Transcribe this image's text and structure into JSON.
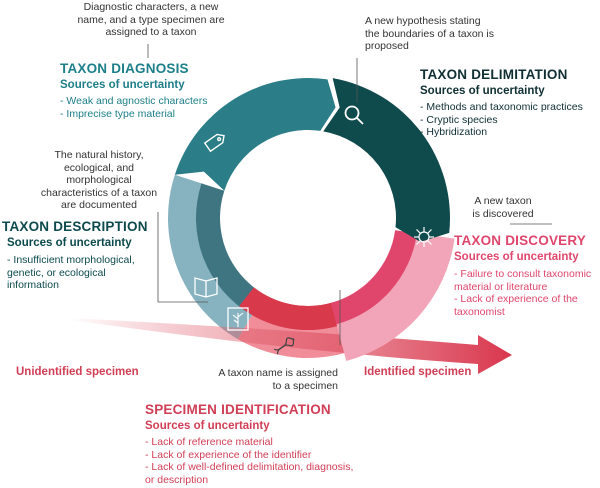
{
  "colors": {
    "diagnosis": "#2b7e88",
    "delimitation": "#0f4a4c",
    "discovery_outer": "#f2a5b8",
    "discovery_inner": "#e0466c",
    "identification_outer": "#f08d99",
    "identification_inner": "#d93a4b",
    "description_outer": "#86b3bf",
    "description_inner": "#3f7580",
    "arrow": "#d9364d"
  },
  "icons": [
    "tag-icon",
    "magnifier-icon",
    "virus-icon",
    "dna-icon",
    "plant-specimen-icon",
    "book-icon"
  ],
  "diagnosis": {
    "caption": "Diagnostic characters, a new name, and a type specimen are assigned to a taxon",
    "title": "TAXON DIAGNOSIS",
    "subtitle": "Sources of uncertainty",
    "items": [
      "Weak and agnostic characters",
      "Imprecise type material"
    ]
  },
  "delimitation": {
    "caption": "A new hypothesis stating the boundaries of a taxon is proposed",
    "title": "TAXON DELIMITATION",
    "subtitle": "Sources of uncertainty",
    "items": [
      "Methods and taxonomic practices",
      "Cryptic species",
      "Hybridization"
    ]
  },
  "discovery": {
    "caption": "A new taxon is discovered",
    "title": "TAXON DISCOVERY",
    "subtitle": "Sources of uncertainty",
    "items": [
      "Failure to consult taxonomic material or literature",
      "Lack of experience of the taxonomist"
    ]
  },
  "description": {
    "caption": "The natural history, ecological, and morphological characteristics of a taxon are documented",
    "title": "TAXON DESCRIPTION",
    "subtitle": "Sources of uncertainty",
    "items": [
      "Insufficient morphological, genetic, or ecological information"
    ]
  },
  "identification": {
    "caption": "A taxon name is assigned to a specimen",
    "title": "SPECIMEN IDENTIFICATION",
    "subtitle": "Sources of uncertainty",
    "items": [
      "Lack of reference material",
      "Lack of experience of the identifier",
      "Lack of well-defined delimitation, diagnosis, or description"
    ]
  },
  "arrow": {
    "start_label": "Unidentified specimen",
    "end_label": "Identified specimen"
  }
}
